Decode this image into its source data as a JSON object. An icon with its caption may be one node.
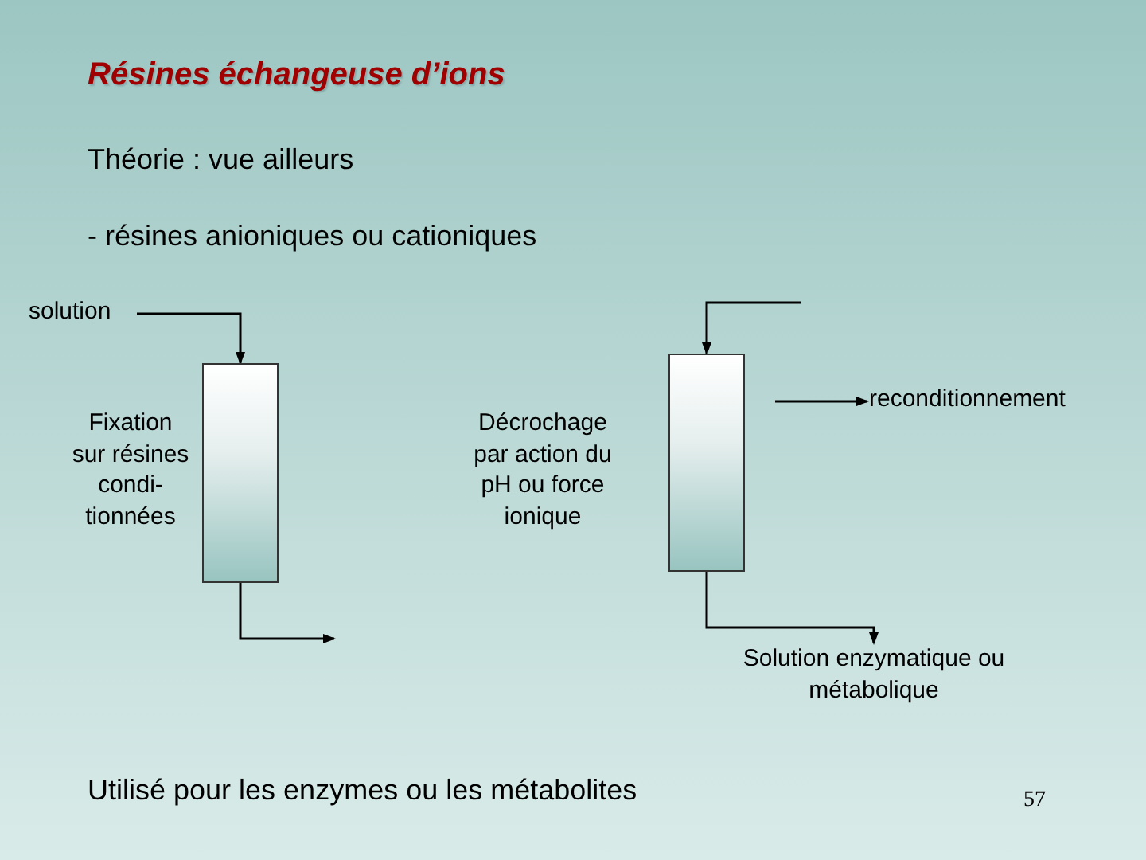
{
  "diagram": {
    "title": "Résines échangeuse d’ions",
    "nodes": [
      {
        "text": [
          "solution"
        ]
      },
      {
        "text": [],
        "shape": "box",
        "beside": [
          "Fixation sur résines condi- tionnées"
        ]
      },
      {
        "text": [],
        "shape": "box",
        "beside": [
          "Décrochage par action du pH ou force ionique"
        ]
      },
      {
        "text": [
          "reconditionnement"
        ]
      },
      {
        "text": [
          "Solution enzymatique ou métabolique"
        ]
      }
    ],
    "edges": [
      {
        "from": 0,
        "to": 1,
        "arrow": "to"
      },
      {
        "from": 1,
        "to": null,
        "arrow": "to"
      },
      {
        "from": null,
        "to": 2,
        "arrow": "to"
      },
      {
        "from": null,
        "to": 3,
        "arrow": "to"
      },
      {
        "from": 2,
        "to": 4,
        "arrow": "to"
      }
    ],
    "labels": [
      "Théorie : vue ailleurs",
      "- résines anioniques ou cationiques",
      "Utilisé pour les enzymes ou les métabolites",
      "57"
    ]
  }
}
